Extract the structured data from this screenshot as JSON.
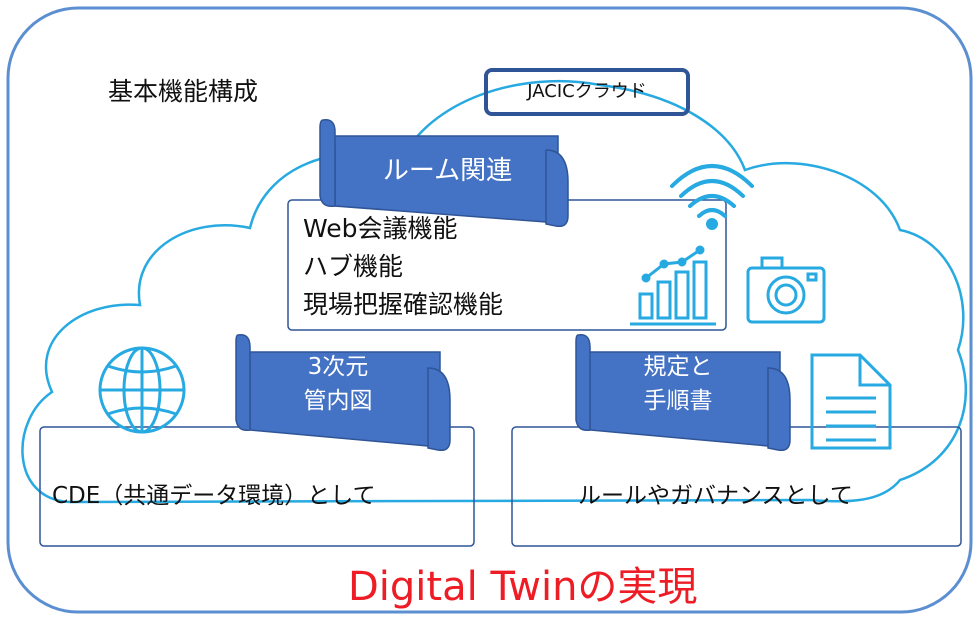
{
  "diagram": {
    "title": "基本機能構成",
    "cloud_label": "JACICクラウド",
    "room_banner": "ルーム関連",
    "room_functions": [
      "Web会議機能",
      "ハブ機能",
      "現場把握確認機能"
    ],
    "banner_3d": [
      "3次元",
      "管内図"
    ],
    "banner_rules": [
      "規定と",
      "手順書"
    ],
    "cde_label": "CDE（共通データ環境）として",
    "rules_label": "ルールやガバナンスとして",
    "footer": "Digital Twinの実現"
  },
  "colors": {
    "outline": "#5b8fd1",
    "banner_fill": "#4472c4",
    "banner_stroke": "#2f5597",
    "cloud_stroke": "#27a9e1",
    "icon": "#27a9e1",
    "footer_text": "#ee1c25"
  },
  "icons": [
    "wifi-icon",
    "bar-chart-icon",
    "camera-icon",
    "globe-icon",
    "document-icon"
  ]
}
